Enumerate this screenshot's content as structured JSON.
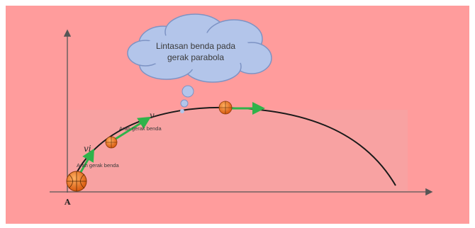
{
  "diagram": {
    "callout": {
      "line1": "Lintasan benda pada",
      "line2": "gerak parabola"
    },
    "labels": {
      "velocity_initial": "vi",
      "velocity": "v",
      "direction_lower": "Arah gerak benda",
      "direction_upper": "Arah gerak benda",
      "origin": "A"
    },
    "colors": {
      "background": "#ff9c9c",
      "panel": "#f7a3a3",
      "cloud": "#b3c5ea",
      "cloud_stroke": "#7d93c4",
      "arrow": "#2fb34a",
      "ball": "#e8741f",
      "trajectory": "#1a1a1a"
    }
  }
}
